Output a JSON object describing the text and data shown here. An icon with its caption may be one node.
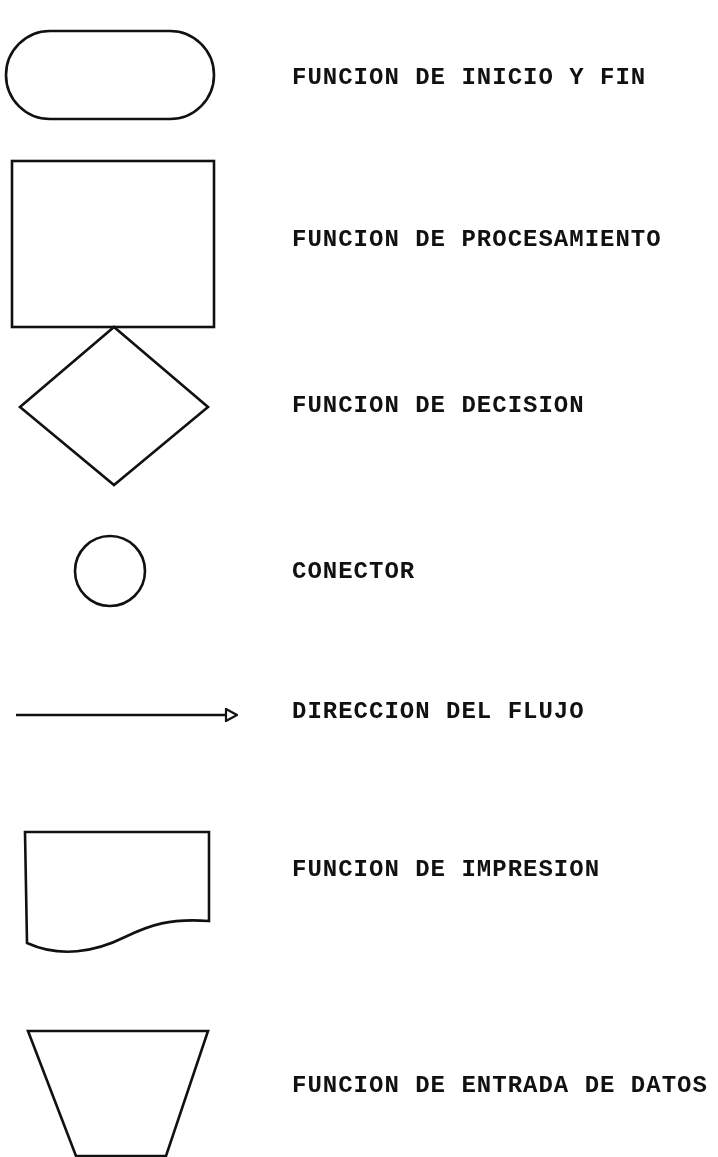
{
  "diagram": {
    "legend": [
      {
        "text": "FUNCION DE INICIO Y FIN"
      },
      {
        "text": "FUNCION DE PROCESAMIENTO"
      },
      {
        "text": "FUNCION DE DECISION"
      },
      {
        "text": "CONECTOR"
      },
      {
        "text": "DIRECCION DEL FLUJO"
      },
      {
        "text": "FUNCION DE IMPRESION"
      },
      {
        "text": "FUNCION DE ENTRADA DE DATOS"
      }
    ]
  }
}
